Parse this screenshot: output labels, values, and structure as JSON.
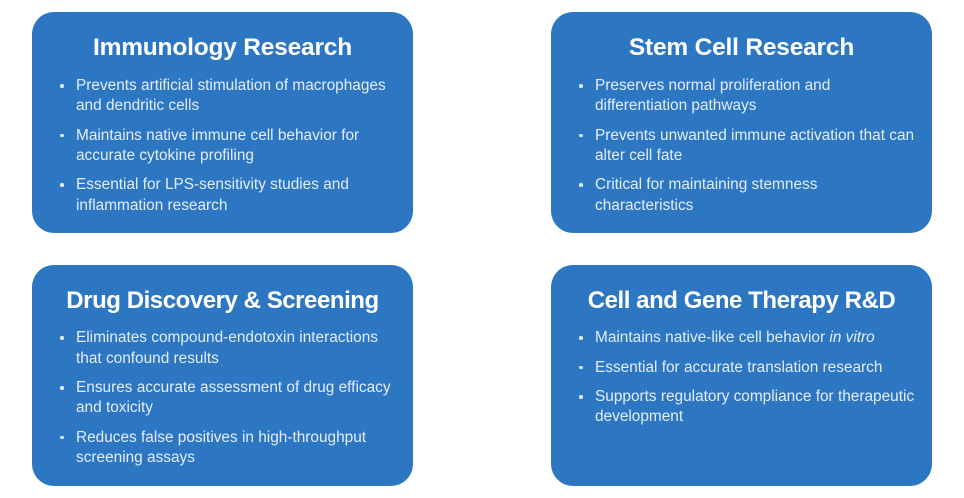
{
  "page": {
    "background_color": "#ffffff",
    "card_color": "#2d77c2",
    "title_color": "#ffffff",
    "body_color": "#e4edf7"
  },
  "cards": [
    {
      "title": "Immunology Research",
      "bullets": [
        {
          "text": "Prevents artificial stimulation of macrophages and dendritic cells"
        },
        {
          "text": "Maintains native immune cell behavior for accurate cytokine profiling"
        },
        {
          "text": "Essential for LPS-sensitivity studies and inflammation research"
        }
      ]
    },
    {
      "title": "Stem Cell Research",
      "bullets": [
        {
          "text": "Preserves normal proliferation and differentiation pathways"
        },
        {
          "text": "Prevents unwanted immune activation that can alter cell fate"
        },
        {
          "text": "Critical for maintaining stemness characteristics"
        }
      ]
    },
    {
      "title": "Drug Discovery & Screening",
      "bullets": [
        {
          "text": "Eliminates compound-endotoxin interactions that confound results"
        },
        {
          "text": "Ensures accurate assessment of drug efficacy and toxicity"
        },
        {
          "text": "Reduces false positives in high-throughput screening assays"
        }
      ]
    },
    {
      "title": "Cell and Gene Therapy R&D",
      "bullets": [
        {
          "text_before": "Maintains native-like cell behavior ",
          "emphasis": "in vitro",
          "text_after": ""
        },
        {
          "text": "Essential for accurate translation research"
        },
        {
          "text": "Supports regulatory compliance for therapeutic development"
        }
      ]
    }
  ]
}
